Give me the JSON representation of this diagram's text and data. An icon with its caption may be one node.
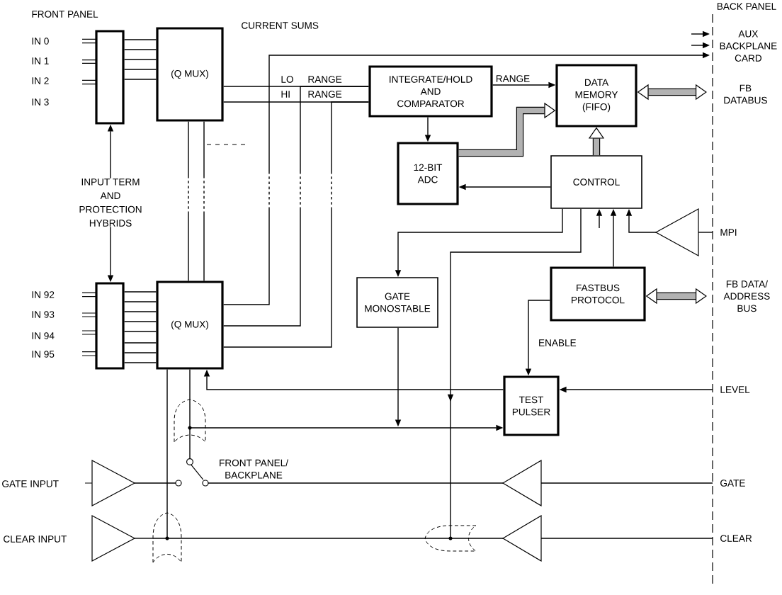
{
  "diagram": {
    "nodes": [
      {
        "text": [],
        "shape": "box"
      },
      {
        "text": [
          "(Q MUX)"
        ]
      },
      {
        "text": [
          "INTEGRATE/HOLD AND COMPARATOR"
        ]
      },
      {
        "text": [
          "DATA MEMORY (FIFO)"
        ]
      },
      {
        "text": [
          "AUX BACKPLANE CARD"
        ]
      },
      {
        "text": [
          "FB DATABUS"
        ]
      },
      {
        "text": [
          "12-BIT ADC"
        ]
      },
      {
        "text": [
          "CONTROL"
        ]
      },
      {
        "text": [],
        "shape": "triangle"
      },
      {
        "text": [
          "MPI"
        ]
      },
      {
        "text": [
          "INPUT TERM AND PROTECTION HYBRIDS"
        ]
      },
      {
        "text": [],
        "shape": "box"
      },
      {
        "text": [
          "(Q MUX)"
        ]
      },
      {
        "text": [
          "GATE MONOSTABLE"
        ]
      },
      {
        "text": [
          "FASTBUS PROTOCOL"
        ]
      },
      {
        "text": [
          "FB DATA/ ADDRESS BUS"
        ]
      },
      {
        "text": [
          "TEST PULSER"
        ]
      },
      {
        "text": [
          "LEVEL"
        ]
      },
      {
        "text": [],
        "shape": "gate"
      },
      {
        "text": [],
        "shape": "switch",
        "beside": [
          "FRONT PANEL/ BACKPLANE"
        ]
      },
      {
        "text": [],
        "shape": "triangle",
        "beside": [
          "GATE INPUT"
        ]
      },
      {
        "text": [],
        "shape": "triangle"
      },
      {
        "text": [
          "GATE"
        ]
      },
      {
        "text": [],
        "shape": "gate"
      },
      {
        "text": [],
        "shape": "triangle",
        "beside": [
          "CLEAR INPUT"
        ]
      },
      {
        "text": [],
        "shape": "gate"
      },
      {
        "text": [],
        "shape": "triangle"
      },
      {
        "text": [
          "CLEAR"
        ]
      }
    ],
    "edges": [
      {
        "from": 10,
        "to": 0,
        "arrow": "to"
      },
      {
        "from": 10,
        "to": 11,
        "arrow": "to"
      },
      {
        "from": 0,
        "to": 1,
        "arrow": "none"
      },
      {
        "from": 0,
        "to": 1,
        "arrow": "none"
      },
      {
        "from": 0,
        "to": 1,
        "arrow": "none"
      },
      {
        "from": 0,
        "to": 1,
        "arrow": "none"
      },
      {
        "from": 0,
        "to": 1,
        "arrow": "none"
      },
      {
        "from": 11,
        "to": 12,
        "arrow": "none"
      },
      {
        "from": 11,
        "to": 12,
        "arrow": "none"
      },
      {
        "from": 11,
        "to": 12,
        "arrow": "none"
      },
      {
        "from": 11,
        "to": 12,
        "arrow": "none"
      },
      {
        "from": 11,
        "to": 12,
        "arrow": "none"
      },
      {
        "from": 11,
        "to": 12,
        "arrow": "none"
      },
      {
        "from": 11,
        "to": 12,
        "arrow": "none"
      },
      {
        "from": 11,
        "to": 12,
        "arrow": "none"
      },
      {
        "from": 1,
        "to": 12,
        "arrow": "none",
        "style": "dashed"
      },
      {
        "from": 1,
        "to": 12,
        "arrow": "none",
        "style": "dashed"
      },
      {
        "from": 1,
        "to": 2,
        "arrow": "none"
      },
      {
        "from": 1,
        "to": 2,
        "arrow": "none"
      },
      {
        "from": 12,
        "to": 2,
        "arrow": "none",
        "style": "dashed"
      },
      {
        "from": 12,
        "to": 2,
        "arrow": "none",
        "style": "dashed"
      },
      {
        "from": 12,
        "to": 4,
        "arrow": "to",
        "style": "dashed"
      },
      {
        "from": null,
        "to": 4,
        "arrow": "to"
      },
      {
        "from": null,
        "to": 4,
        "arrow": "to"
      },
      {
        "from": 2,
        "to": 3,
        "arrow": "to",
        "label": "RANGE"
      },
      {
        "from": 2,
        "to": 6,
        "arrow": "to"
      },
      {
        "from": 6,
        "to": 3,
        "arrow": "to",
        "style": "thick"
      },
      {
        "from": 3,
        "to": 5,
        "arrow": "both",
        "style": "thick"
      },
      {
        "from": 7,
        "to": 3,
        "arrow": "to",
        "style": "thick"
      },
      {
        "from": 7,
        "to": 6,
        "arrow": "to"
      },
      {
        "from": null,
        "to": 7,
        "arrow": "to"
      },
      {
        "from": 14,
        "to": 7,
        "arrow": "to"
      },
      {
        "from": 8,
        "to": 7,
        "arrow": "to"
      },
      {
        "from": 9,
        "to": 8,
        "arrow": "none"
      },
      {
        "from": 7,
        "to": 13,
        "arrow": "to"
      },
      {
        "from": 7,
        "to": 25,
        "arrow": "to"
      },
      {
        "from": 14,
        "to": 15,
        "arrow": "both",
        "style": "thick"
      },
      {
        "from": 14,
        "to": 16,
        "arrow": "to",
        "label": "ENABLE"
      },
      {
        "from": 17,
        "to": 16,
        "arrow": "to"
      },
      {
        "from": 16,
        "to": 12,
        "arrow": "to"
      },
      {
        "from": 13,
        "to": null,
        "arrow": "to"
      },
      {
        "from": 18,
        "to": 16,
        "arrow": "to"
      },
      {
        "from": 19,
        "to": 18,
        "arrow": "none"
      },
      {
        "from": 18,
        "to": 12,
        "arrow": "none"
      },
      {
        "from": 20,
        "to": 19,
        "arrow": "none"
      },
      {
        "from": 21,
        "to": 19,
        "arrow": "none"
      },
      {
        "from": 22,
        "to": 21,
        "arrow": "none"
      },
      {
        "from": 24,
        "to": 23,
        "arrow": "none"
      },
      {
        "from": 25,
        "to": 23,
        "arrow": "none"
      },
      {
        "from": 26,
        "to": 25,
        "arrow": "none"
      },
      {
        "from": 27,
        "to": 26,
        "arrow": "none"
      },
      {
        "from": 23,
        "to": 12,
        "arrow": "none"
      }
    ],
    "labels": [
      "BACK PANEL",
      "FRONT PANEL",
      "CURRENT SUMS",
      "IN 0",
      "IN 1",
      "IN 2",
      "IN 3",
      "LO",
      "RANGE",
      "HI",
      "RANGE",
      "IN 92",
      "IN 93",
      "IN 94",
      "IN 95"
    ]
  }
}
